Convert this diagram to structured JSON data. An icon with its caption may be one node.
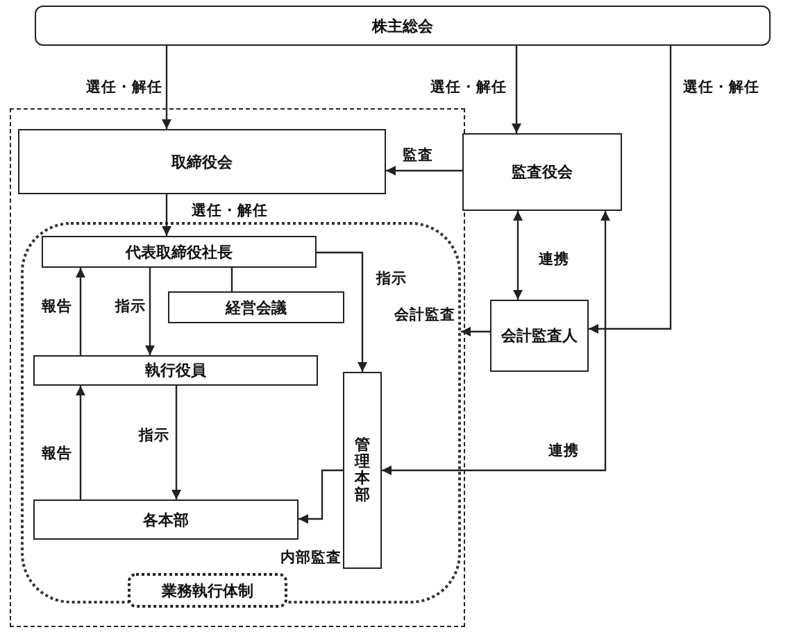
{
  "diagram": {
    "nodes": [
      {
        "text": [
          "株主総会"
        ]
      },
      {
        "text": [],
        "shape": "box"
      },
      {
        "text": [
          "取締役会"
        ],
        "in": 1
      },
      {
        "text": [
          "監査役会"
        ]
      },
      {
        "text": [],
        "shape": "box",
        "in": 1
      },
      {
        "text": [
          "業務執行体制"
        ],
        "in": 4
      },
      {
        "text": [
          "代表取締役社長"
        ],
        "in": 4
      },
      {
        "text": [
          "経営会議"
        ],
        "in": 4
      },
      {
        "text": [
          "執行役員"
        ],
        "in": 4
      },
      {
        "text": [
          "各本部"
        ],
        "in": 4
      },
      {
        "text": [
          "管理本部"
        ],
        "in": 4,
        "beside": [
          "内部監査"
        ]
      },
      {
        "text": [
          "会計監査人"
        ]
      }
    ],
    "edges": [
      {
        "from": 0,
        "to": 2,
        "arrow": "to",
        "label": "選任・解任"
      },
      {
        "from": 0,
        "to": 3,
        "arrow": "to",
        "label": "選任・解任"
      },
      {
        "from": 0,
        "to": 11,
        "arrow": "to",
        "label": "選任・解任"
      },
      {
        "from": 3,
        "to": 2,
        "arrow": "to",
        "label": "監査"
      },
      {
        "from": 2,
        "to": 6,
        "arrow": "to",
        "label": "選任・解任"
      },
      {
        "from": 3,
        "to": 11,
        "arrow": "both",
        "label": "連携"
      },
      {
        "from": 11,
        "to": 4,
        "arrow": "to",
        "label": "会計監査"
      },
      {
        "from": 3,
        "to": 10,
        "arrow": "both",
        "label": "連携"
      },
      {
        "from": 6,
        "to": 8,
        "arrow": "to",
        "label": "指示"
      },
      {
        "from": 8,
        "to": 6,
        "arrow": "to",
        "label": "報告"
      },
      {
        "from": 6,
        "to": 7,
        "arrow": "none"
      },
      {
        "from": 6,
        "to": 10,
        "arrow": "to",
        "label": "指示"
      },
      {
        "from": 8,
        "to": 9,
        "arrow": "to",
        "label": "指示"
      },
      {
        "from": 9,
        "to": 8,
        "arrow": "to",
        "label": "報告"
      },
      {
        "from": 10,
        "to": 9,
        "arrow": "to"
      }
    ]
  }
}
